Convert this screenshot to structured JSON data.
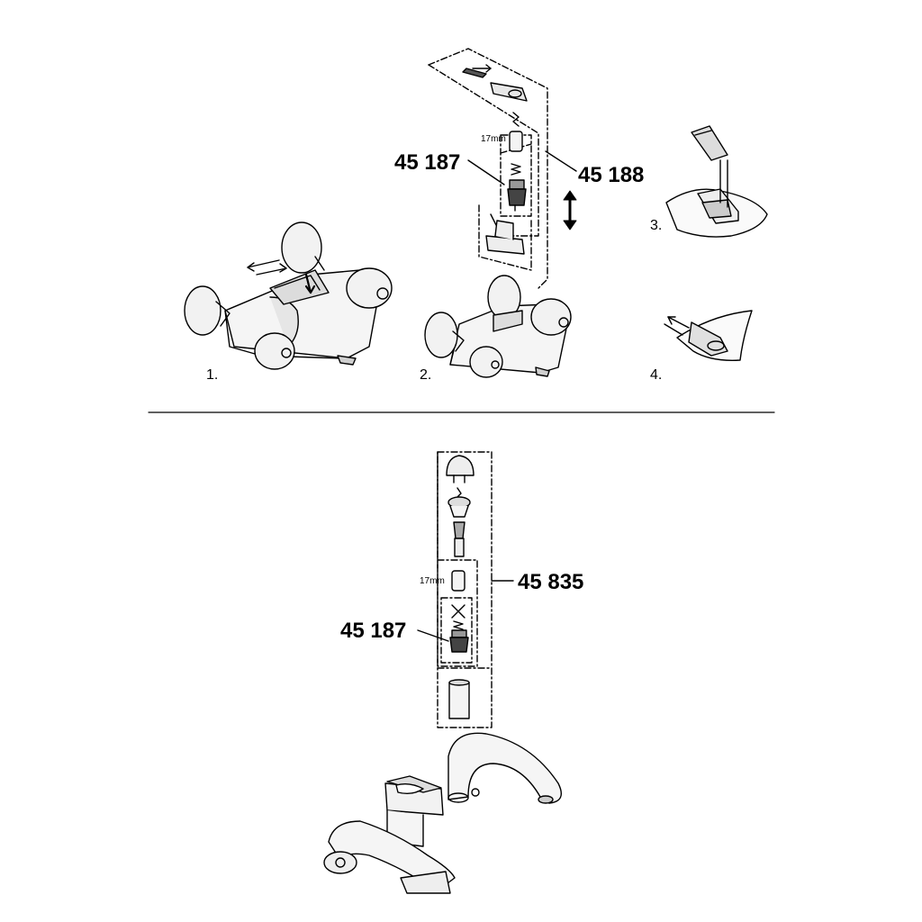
{
  "top_section": {
    "part_numbers": {
      "cartridge": "45 187",
      "handle_kit": "45 188"
    },
    "wrench_size": "17mm",
    "steps": [
      "1.",
      "2.",
      "3.",
      "4."
    ]
  },
  "bottom_section": {
    "part_numbers": {
      "cartridge": "45 187",
      "handle_kit": "45 835"
    },
    "wrench_size": "17mm"
  },
  "colors": {
    "line": "#000000",
    "background": "#ffffff",
    "fill_light": "#f2f2f2",
    "fill_mid": "#cfcfcf"
  }
}
